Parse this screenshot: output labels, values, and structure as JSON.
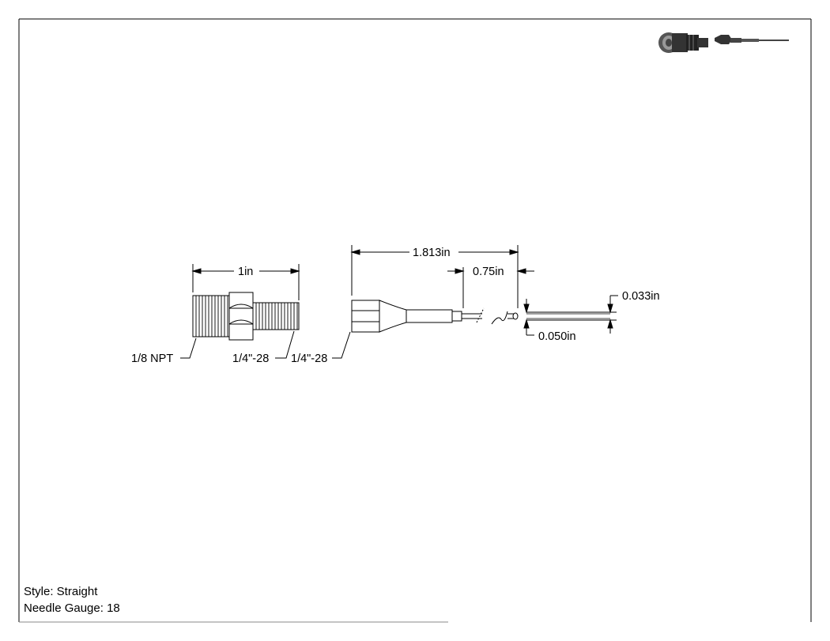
{
  "drawing": {
    "dimensions": {
      "adapter_length": "1in",
      "needle_length": "1.813in",
      "exposed_length": "0.75in",
      "inner_diameter": "0.033in",
      "outer_diameter": "0.050in"
    },
    "thread_labels": {
      "adapter_large": "1/8 NPT",
      "adapter_small": "1/4\"-28",
      "needle_hub": "1/4\"-28"
    },
    "notes": {
      "style": "Style: Straight",
      "gauge": "Needle Gauge: 18"
    }
  }
}
